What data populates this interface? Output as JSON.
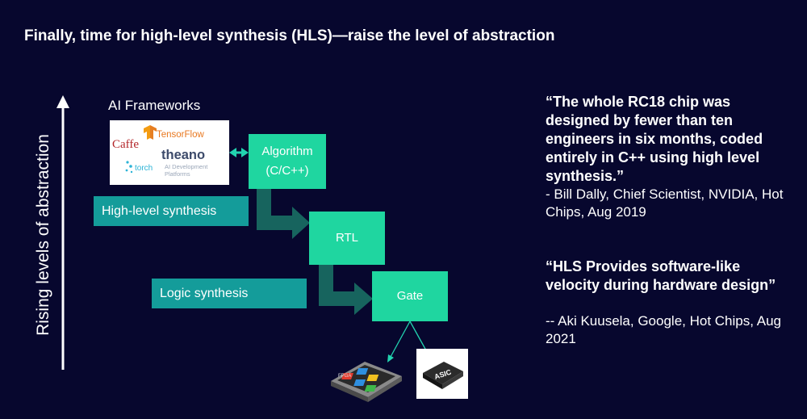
{
  "title": "Finally, time for high-level synthesis (HLS)—raise the level of abstraction",
  "axis_label": "Rising levels of abstraction",
  "ai_frameworks": {
    "label": "AI Frameworks",
    "logos": {
      "tensorflow": "TensorFlow",
      "caffe": "Caffe",
      "theano": "theano",
      "torch": "torch",
      "platforms": [
        "AI Development",
        "Platforms"
      ]
    }
  },
  "boxes": {
    "algorithm": [
      "Algorithm",
      "(C/C++)"
    ],
    "rtl": "RTL",
    "gate": "Gate"
  },
  "bands": {
    "hls": "High-level synthesis",
    "logic": "Logic synthesis"
  },
  "chips": {
    "fpga_label": "FPGA",
    "asic_label": "ASIC"
  },
  "quotes": [
    {
      "text": "“The whole RC18 chip was designed by fewer than ten engineers in six months, coded entirely in C++ using high level synthesis.”",
      "attribution": "- Bill Dally, Chief Scientist, NVIDIA, Hot Chips, Aug 2019"
    },
    {
      "text": "“HLS Provides software-like velocity during hardware design”",
      "attribution": "-- Aki Kuusela, Google, Hot Chips, Aug 2021"
    }
  ],
  "colors": {
    "background": "#07072e",
    "box": "#1fd6a0",
    "band": "#149c9a",
    "arrow": "#17645e"
  }
}
